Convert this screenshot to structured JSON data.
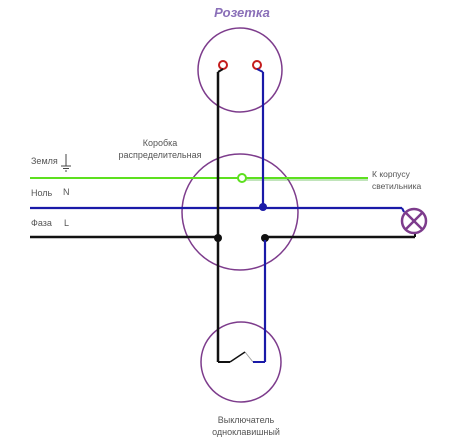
{
  "title": "Розетка",
  "labels": {
    "box_line1": "Коробка",
    "box_line2": "распределительная",
    "ground": "Земля",
    "neutral": "Ноль",
    "neutral_letter": "N",
    "phase": "Фаза",
    "phase_letter": "L",
    "lamp_body_line1": "К корпусу",
    "lamp_body_line2": "светильника",
    "switch_line1": "Выключатель",
    "switch_line2": "одноклавишный"
  },
  "colors": {
    "accent": "#7d3c8c",
    "ground_wire": "#5de01f",
    "neutral_wire": "#1a1aa8",
    "phase_wire": "#111111",
    "label_text": "#555555",
    "title_text": "#8a6fb8"
  },
  "icons": {
    "ground": "ground-symbol-icon",
    "lamp": "lamp-icon",
    "switch": "switch-icon",
    "socket": "socket-icon"
  }
}
